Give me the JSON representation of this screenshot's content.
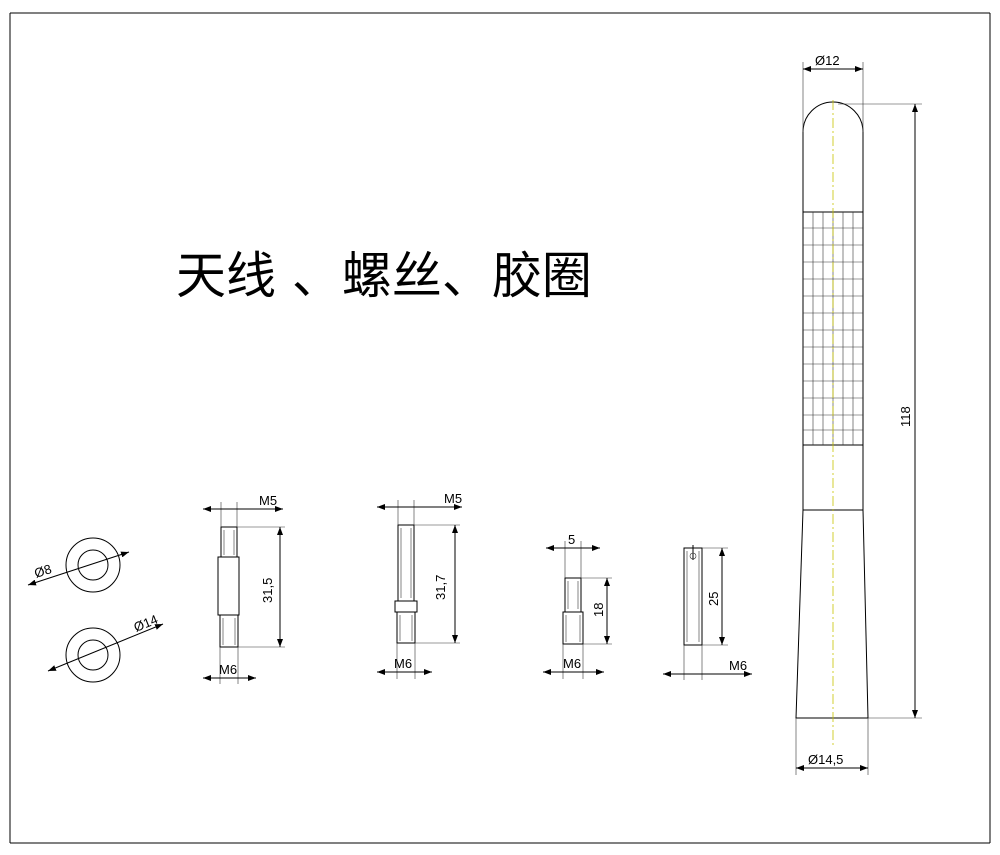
{
  "title": "天线 、螺丝、胶圈",
  "dimensions": {
    "washer_inner": "Ø8",
    "washer_outer": "Ø14",
    "screw1_top": "M5",
    "screw1_bottom": "M6",
    "screw1_length": "31,5",
    "screw2_top": "M5",
    "screw2_bottom": "M6",
    "screw2_length": "31,7",
    "screw3_top": "5",
    "screw3_bottom": "M6",
    "screw3_length": "18",
    "screw4_bottom": "M6",
    "screw4_length": "25",
    "antenna_top": "Ø12",
    "antenna_bottom": "Ø14,5",
    "antenna_length": "118"
  }
}
